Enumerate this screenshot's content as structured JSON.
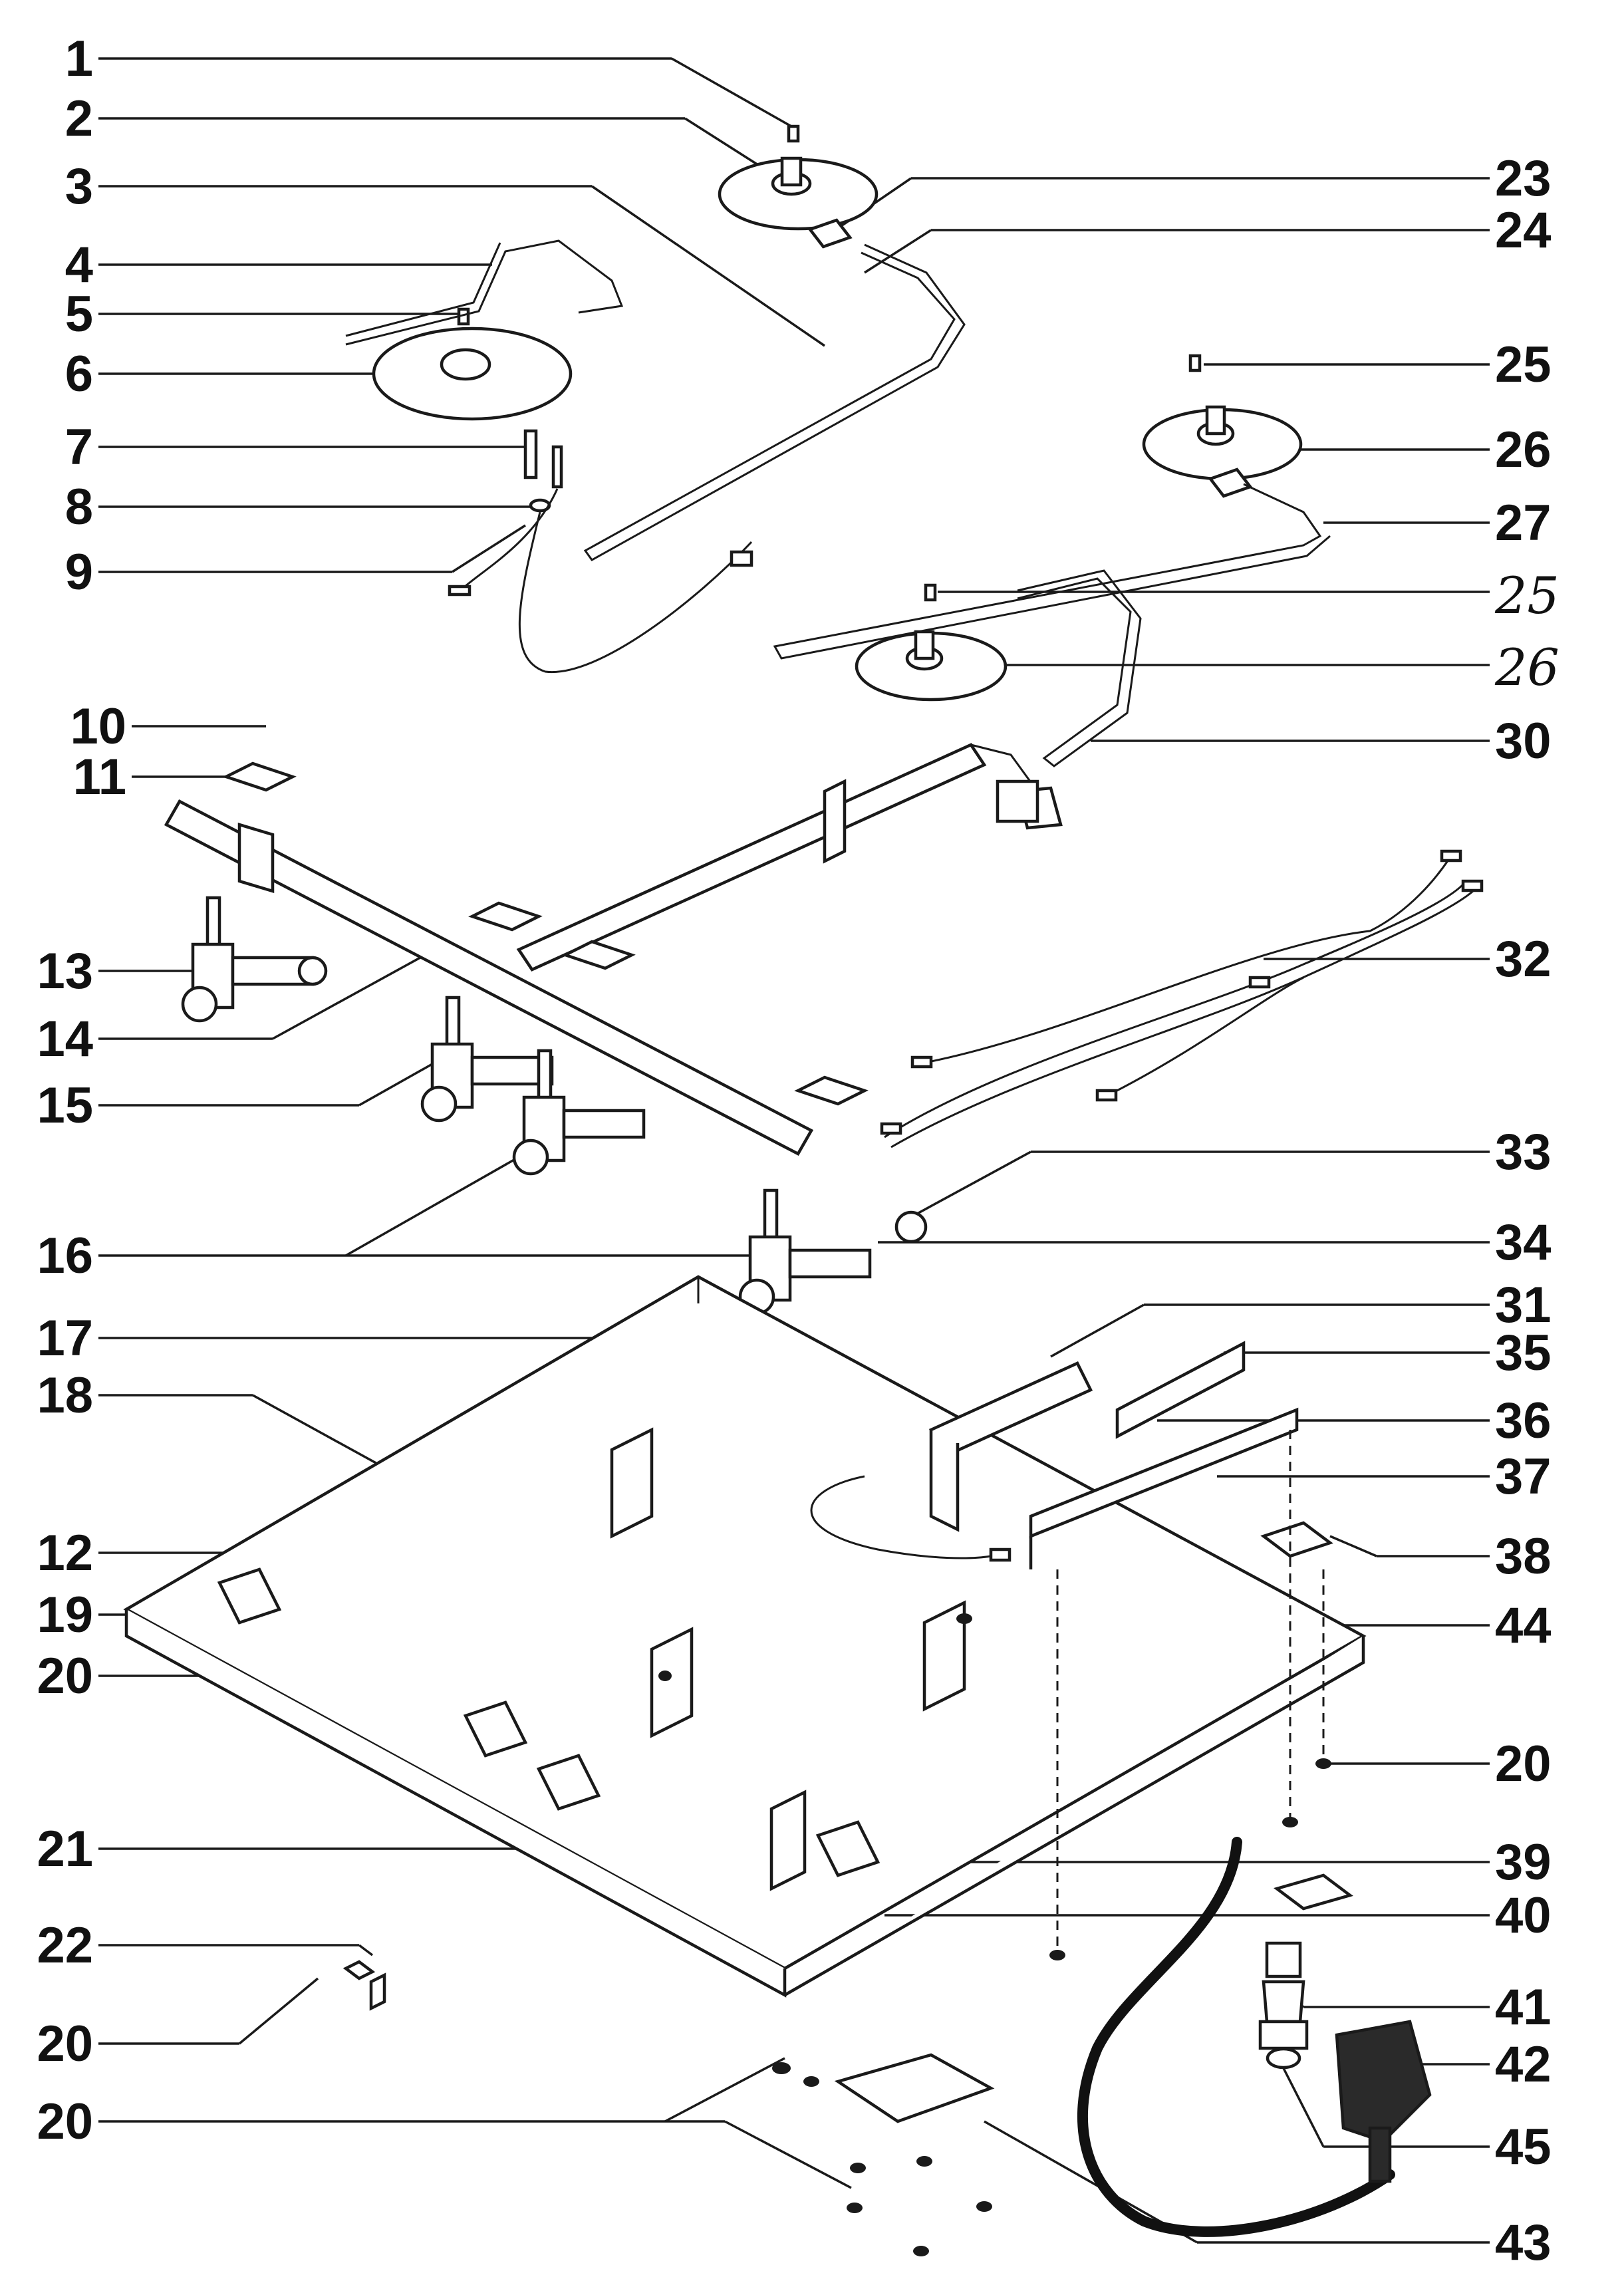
{
  "labels": {
    "l1": "1",
    "l2": "2",
    "l3": "3",
    "l4": "4",
    "l5": "5",
    "l6": "6",
    "l7": "7",
    "l8": "8",
    "l9": "9",
    "l10": "10",
    "l11": "11",
    "l12": "12",
    "l13": "13",
    "l14": "14",
    "l15": "15",
    "l16": "16",
    "l17": "17",
    "l18": "18",
    "l19": "19",
    "l20a": "20",
    "l21": "21",
    "l22": "22",
    "l20b": "20",
    "l20c": "20",
    "l23": "23",
    "l24": "24",
    "l25a": "25",
    "l26a": "26",
    "l27": "27",
    "l25b": "25",
    "l26b": "26",
    "l30": "30",
    "l32": "32",
    "l33": "33",
    "l34": "34",
    "l31": "31",
    "l35": "35",
    "l36": "36",
    "l37": "37",
    "l38": "38",
    "l44": "44",
    "l20d": "20",
    "l39": "39",
    "l40": "40",
    "l41": "41",
    "l42": "42",
    "l45": "45",
    "l43": "43"
  },
  "colors": {
    "ink": "#1a1a1a",
    "paper": "#ffffff"
  }
}
